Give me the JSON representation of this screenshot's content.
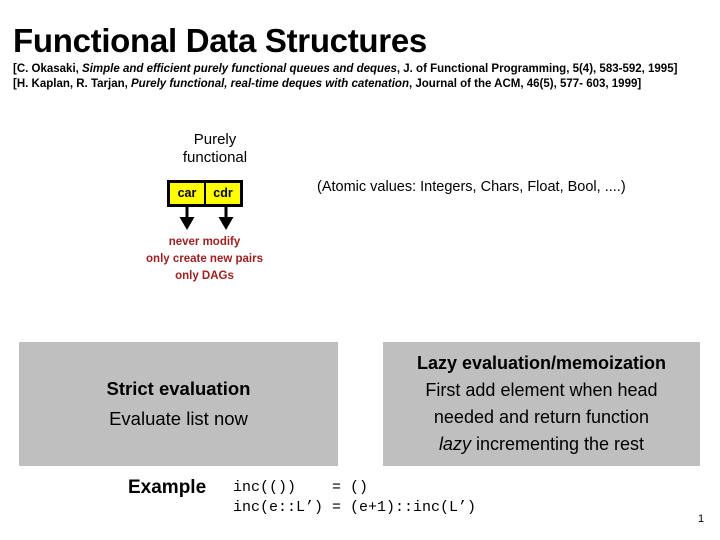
{
  "slide": {
    "title": "Functional Data Structures",
    "page_number": "1"
  },
  "citations": [
    {
      "prefix": "[C. Okasaki, ",
      "work": "Simple and efficient purely functional queues and deques",
      "suffix": ", J. of Functional Programming, 5(4), 583-592, 1995]"
    },
    {
      "prefix": "[H. Kaplan,  R. Tarjan, ",
      "work": "Purely functional, real-time deques with catenation",
      "suffix": ", Journal of the ACM, 46(5), 577- 603, 1999]"
    }
  ],
  "diagram": {
    "heading_line1": "Purely",
    "heading_line2": "functional",
    "cons_cell": {
      "car_label": "car",
      "cdr_label": "cdr",
      "fill_color": "#FFFF00",
      "border_color": "#000000"
    },
    "arrow_car_name": "arrow-from-car",
    "arrow_cdr_name": "arrow-from-cdr",
    "notes": [
      "never modify",
      "only create new pairs",
      "only DAGs"
    ],
    "notes_color": "#9E2020",
    "atomic_values": "(Atomic values: Integers, Chars, Float, Bool, ....)"
  },
  "panels": {
    "panel_bg_color": "#BFBFBF",
    "strict": {
      "title": "Strict evaluation",
      "lines": [
        "Evaluate list now"
      ]
    },
    "lazy": {
      "title": "Lazy evaluation/memoization",
      "lines": [
        "First add element when head",
        "needed and return function"
      ],
      "italic_word": "lazy",
      "italic_line_rest": " incrementing the rest"
    }
  },
  "example": {
    "label": "Example",
    "code": "inc(())    = ()\ninc(e::L’) = (e+1)::inc(L’)"
  }
}
